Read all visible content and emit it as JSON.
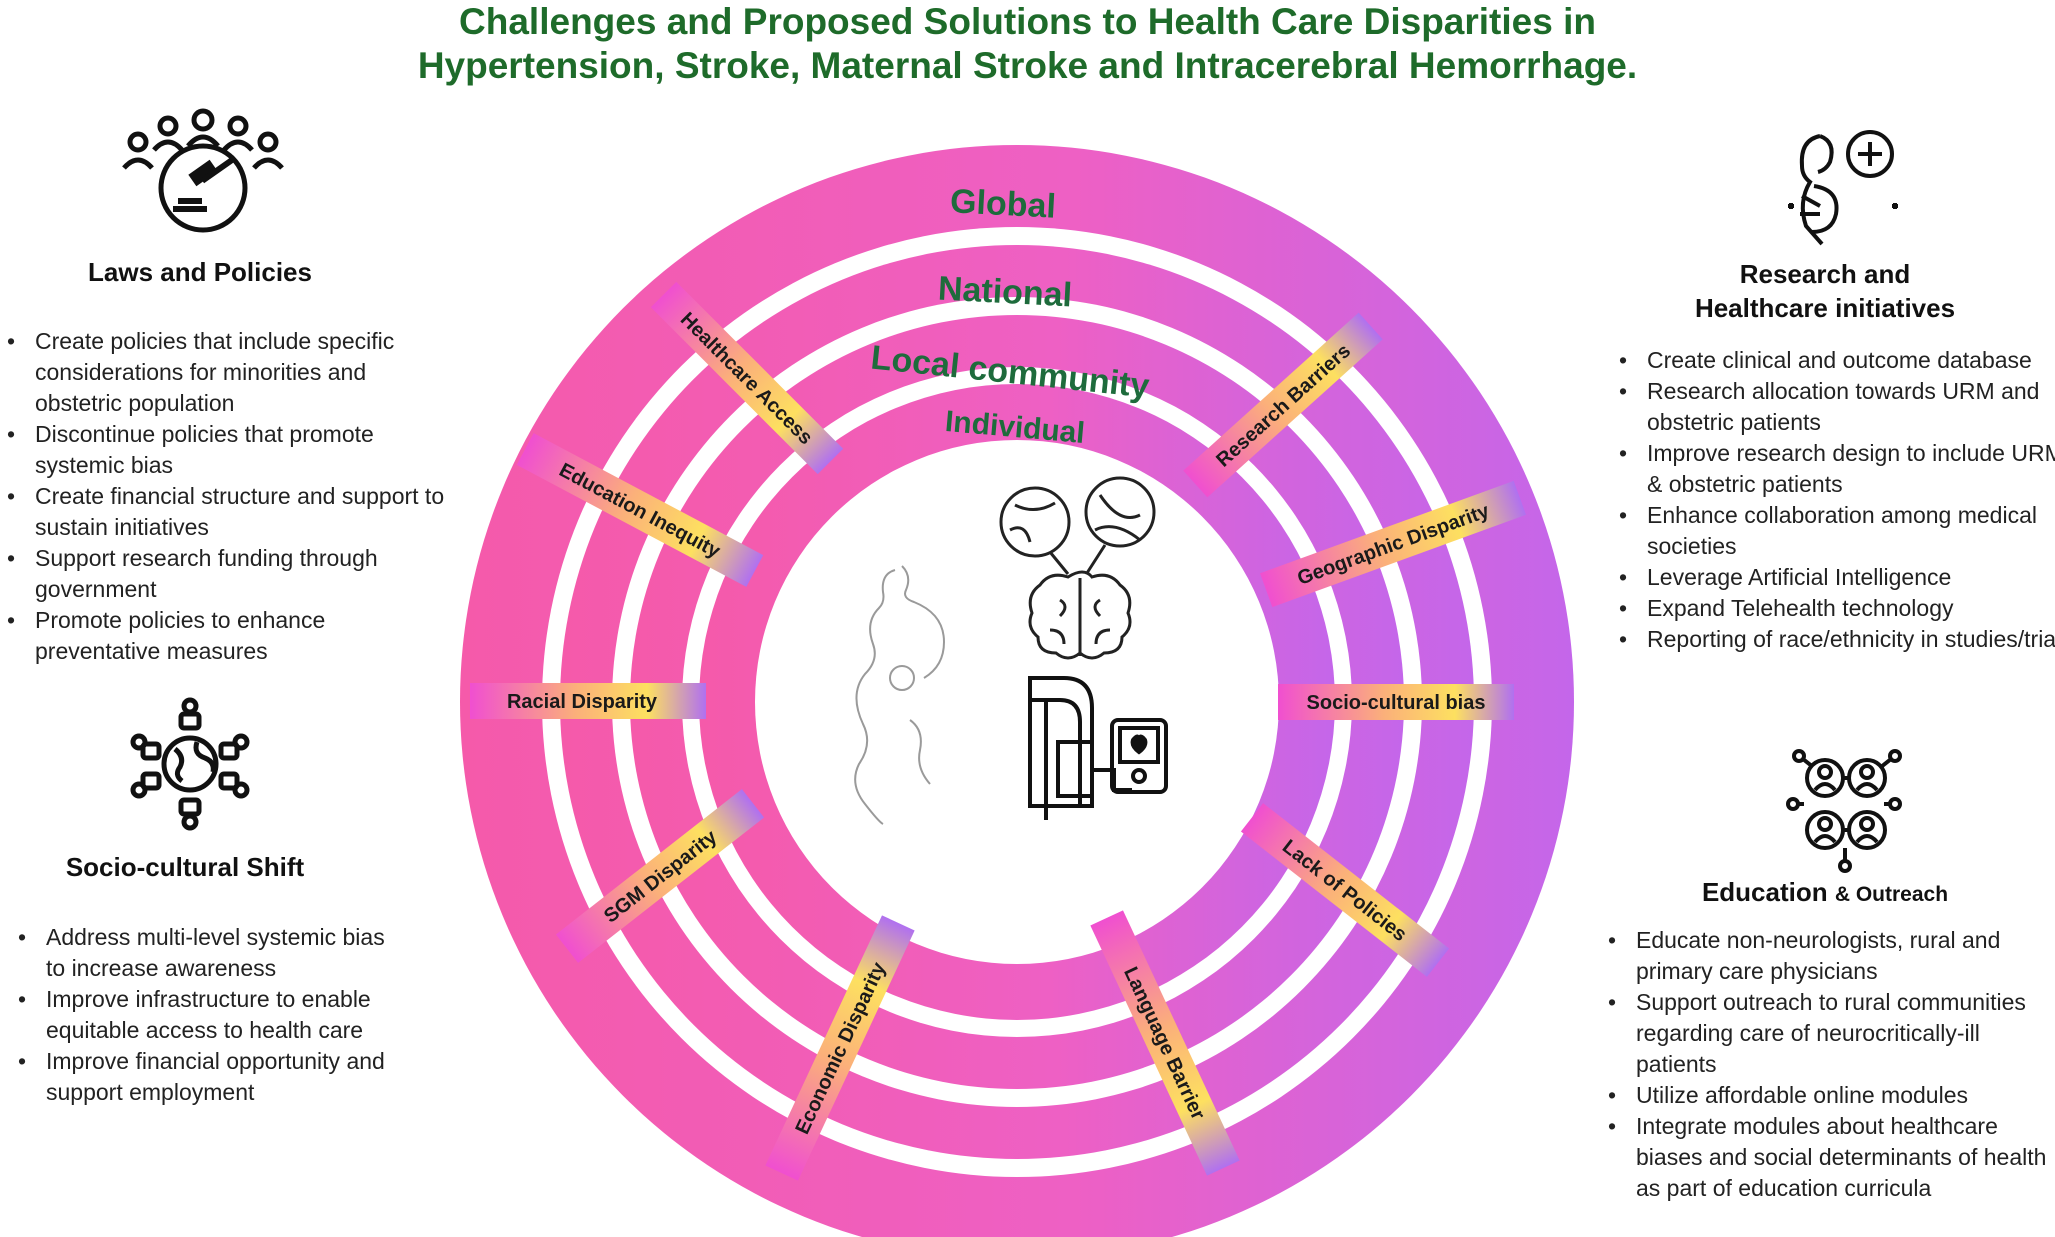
{
  "title": {
    "line1": "Challenges and Proposed Solutions to Health Care Disparities in",
    "line2": "Hypertension, Stroke, Maternal Stroke and Intracerebral Hemorrhage."
  },
  "laws": {
    "title": "Laws and Policies",
    "items": [
      "Create policies that include specific considerations for minorities and obstetric population",
      "Discontinue policies that promote systemic bias",
      "Create financial structure and support to sustain initiatives",
      "Support research funding through government",
      "Promote policies to enhance preventative measures"
    ]
  },
  "socio": {
    "title": "Socio-cultural Shift",
    "items": [
      "Address multi-level systemic bias to increase awareness",
      "Improve infrastructure to enable equitable access to health care",
      "Improve financial opportunity and support employment"
    ]
  },
  "research": {
    "title_line1": "Research and",
    "title_line2": "Healthcare initiatives",
    "items": [
      "Create clinical and outcome database",
      "Research allocation towards URM and obstetric patients",
      "Improve research design  to include URM & obstetric patients",
      "Enhance collaboration among medical societies",
      "Leverage Artificial Intelligence",
      "Expand Telehealth technology",
      "Reporting of race/ethnicity in studies/trials"
    ]
  },
  "education": {
    "title": "Education",
    "title_small": "& Outreach",
    "items": [
      "Educate non-neurologists, rural and primary care physicians",
      "Support outreach to rural communities regarding care of neurocritically-ill patients",
      "Utilize affordable online modules",
      "Integrate modules about healthcare biases and social determinants of health as part of education curricula"
    ]
  },
  "rings": {
    "global": "Global",
    "national": "National",
    "local": "Local community",
    "individual": "Individual"
  },
  "barriers": {
    "healthcare_access": "Healthcare Access",
    "research_barriers": "Research Barriers",
    "education_inequity": "Education Inequity",
    "geographic_disparity": "Geographic Disparity",
    "racial_disparity": "Racial  Disparity",
    "sociocultural_bias": "Socio-cultural bias",
    "sgm_disparity": "SGM Disparity",
    "lack_of_policies": "Lack of Policies",
    "economic_disparity": "Economic Disparity",
    "language_barrier": "Language Barrier"
  },
  "colors": {
    "title_green": "#1e6b2a",
    "ring_pink": "#f25fb8",
    "ring_purple": "#c766e8",
    "ring_text_green": "#1e6b3c",
    "label_yellow": "#fdd85a",
    "label_pink": "#f050c8"
  }
}
